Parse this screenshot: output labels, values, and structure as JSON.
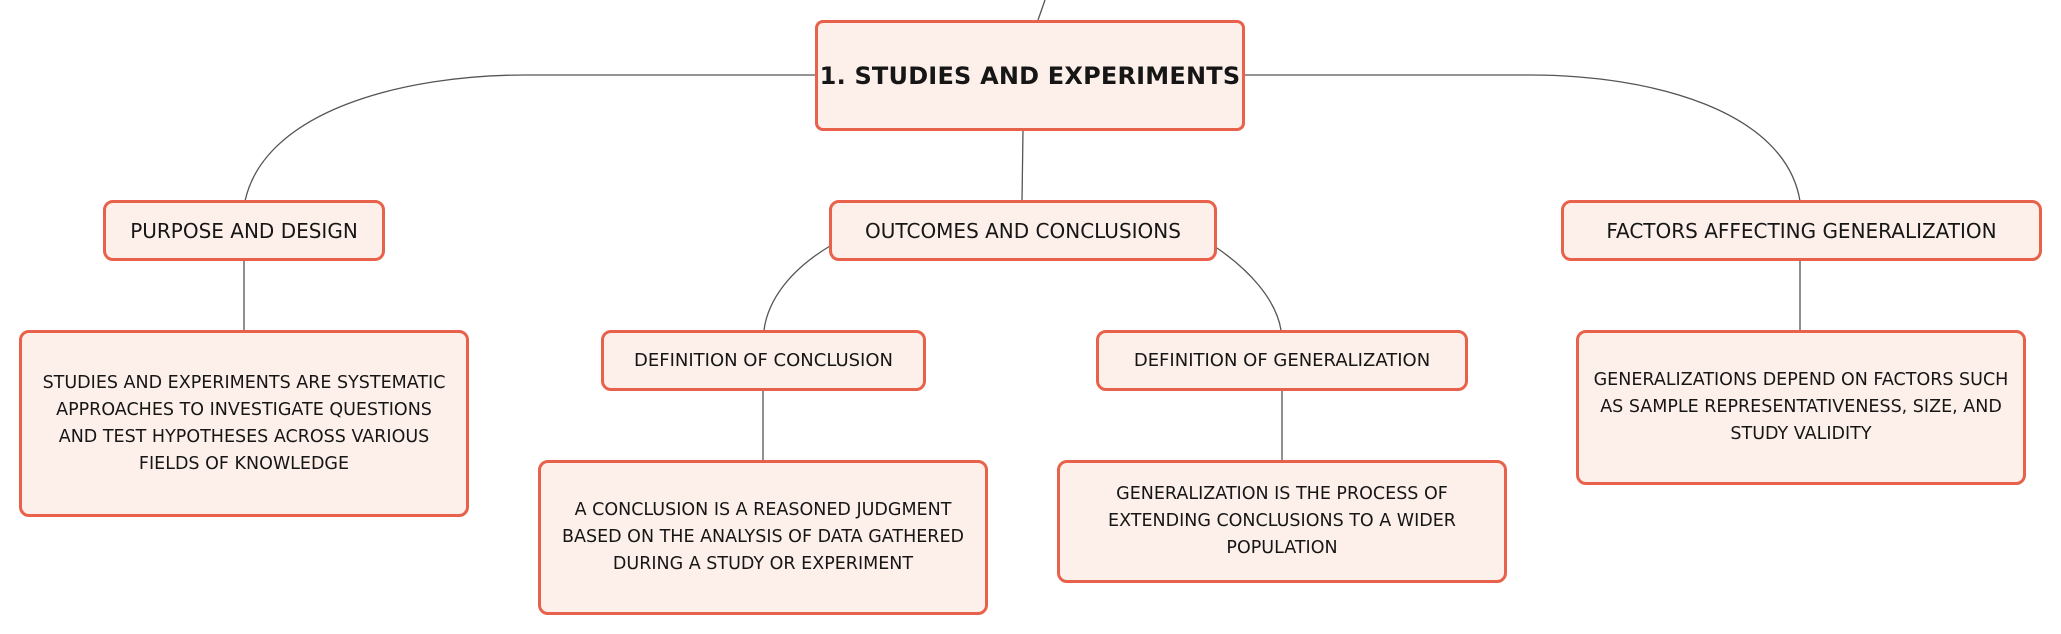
{
  "mindmap": {
    "root": {
      "label": "1. STUDIES AND EXPERIMENTS"
    },
    "branches": [
      {
        "label": "PURPOSE AND DESIGN",
        "description": "STUDIES AND EXPERIMENTS ARE SYSTEMATIC APPROACHES TO INVESTIGATE QUESTIONS AND TEST HYPOTHESES ACROSS VARIOUS FIELDS OF KNOWLEDGE"
      },
      {
        "label": "OUTCOMES AND CONCLUSIONS",
        "children": [
          {
            "label": "DEFINITION OF CONCLUSION",
            "description": "A CONCLUSION IS A REASONED JUDGMENT BASED ON THE ANALYSIS OF DATA GATHERED DURING A STUDY OR EXPERIMENT"
          },
          {
            "label": "DEFINITION OF GENERALIZATION",
            "description": "GENERALIZATION IS THE PROCESS OF EXTENDING CONCLUSIONS TO A WIDER POPULATION"
          }
        ]
      },
      {
        "label": "FACTORS AFFECTING GENERALIZATION",
        "description": "GENERALIZATIONS DEPEND ON FACTORS SUCH AS SAMPLE REPRESENTATIVENESS, SIZE, AND STUDY VALIDITY"
      }
    ]
  },
  "colors": {
    "node_fill": "#fdf0ea",
    "node_border": "#e8614a",
    "connector": "#555555",
    "text": "#161616"
  }
}
